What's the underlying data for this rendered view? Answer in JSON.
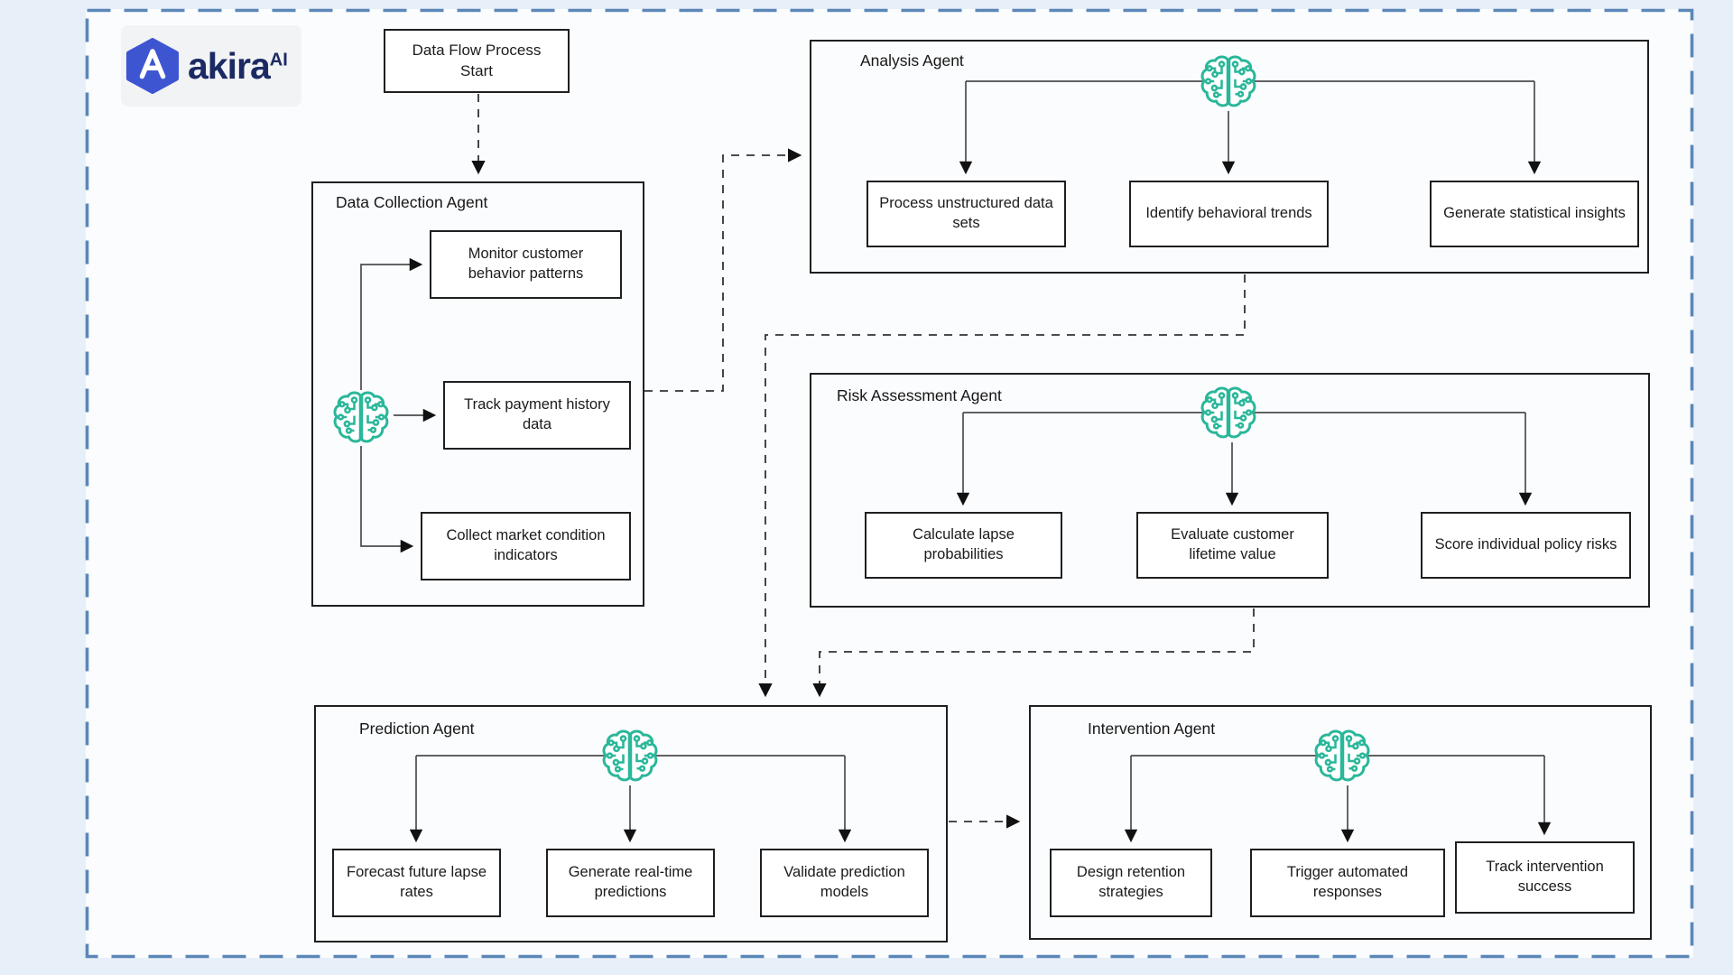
{
  "brand": {
    "name": "akira",
    "superscript": "AI",
    "logo_hex_color": "#3e55d2",
    "text_color": "#1c2a63"
  },
  "colors": {
    "frame_border": "#5b87b8",
    "outer_background": "#e7eff8",
    "inner_background": "#fbfcfe",
    "box_border": "#1f1f1f",
    "solid_connector": "#4d4d4d",
    "dashed_connector": "#333333",
    "brain_icon": "#2ab79a"
  },
  "icons": {
    "agent_icon": "circuit-brain-icon",
    "agent_icon_color": "#2ab79a"
  },
  "start_node": {
    "label": "Data Flow Process Start"
  },
  "agents": [
    {
      "label": "Data Collection Agent",
      "tasks": [
        "Monitor customer behavior patterns",
        "Track payment history data",
        "Collect market condition indicators"
      ]
    },
    {
      "label": "Analysis Agent",
      "tasks": [
        "Process unstructured data sets",
        "Identify behavioral trends",
        "Generate statistical insights"
      ]
    },
    {
      "label": "Risk Assessment Agent",
      "tasks": [
        "Calculate lapse probabilities",
        "Evaluate customer lifetime value",
        "Score individual policy risks"
      ]
    },
    {
      "label": "Prediction Agent",
      "tasks": [
        "Forecast future lapse rates",
        "Generate real-time predictions",
        "Validate prediction models"
      ]
    },
    {
      "label": "Intervention Agent",
      "tasks": [
        "Design retention strategies",
        "Trigger automated responses",
        "Track intervention success"
      ]
    }
  ],
  "connections": [
    {
      "from": "Data Flow Process Start",
      "to": "Data Collection Agent",
      "style": "dashed-arrow"
    },
    {
      "from": "Data Collection Agent",
      "to": "Analysis Agent",
      "style": "dashed-arrow"
    },
    {
      "from": "Analysis Agent",
      "to": "Prediction Agent",
      "style": "dashed-arrow"
    },
    {
      "from": "Risk Assessment Agent",
      "to": "Prediction Agent",
      "style": "dashed-arrow"
    },
    {
      "from": "Prediction Agent",
      "to": "Intervention Agent",
      "style": "dashed-arrow"
    }
  ]
}
